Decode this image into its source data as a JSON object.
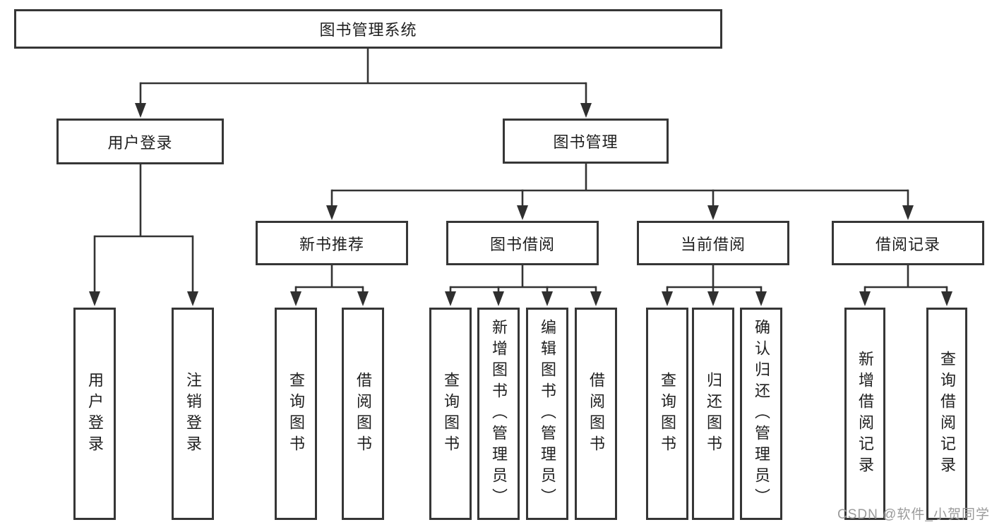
{
  "tree": {
    "root": {
      "label": "图书管理系统"
    },
    "branches": [
      {
        "label": "用户登录",
        "children": [
          {
            "label": "用户登录"
          },
          {
            "label": "注销登录"
          }
        ]
      },
      {
        "label": "图书管理",
        "groups": [
          {
            "label": "新书推荐",
            "children": [
              {
                "label": "查询图书"
              },
              {
                "label": "借阅图书"
              }
            ]
          },
          {
            "label": "图书借阅",
            "children": [
              {
                "label": "查询图书"
              },
              {
                "label": "新增图书（管理员）"
              },
              {
                "label": "编辑图书（管理员）"
              },
              {
                "label": "借阅图书"
              }
            ]
          },
          {
            "label": "当前借阅",
            "children": [
              {
                "label": "查询图书"
              },
              {
                "label": "归还图书"
              },
              {
                "label": "确认归还（管理员）"
              }
            ]
          },
          {
            "label": "借阅记录",
            "children": [
              {
                "label": "新增借阅记录"
              },
              {
                "label": "查询借阅记录"
              }
            ]
          }
        ]
      }
    ]
  },
  "watermark": {
    "text": "CSDN @软件_小贺同学"
  },
  "colors": {
    "line": "#333333",
    "box_border": "#363636",
    "text": "#1f1f1f",
    "watermark": "#9b9b9b",
    "background": "#ffffff"
  }
}
